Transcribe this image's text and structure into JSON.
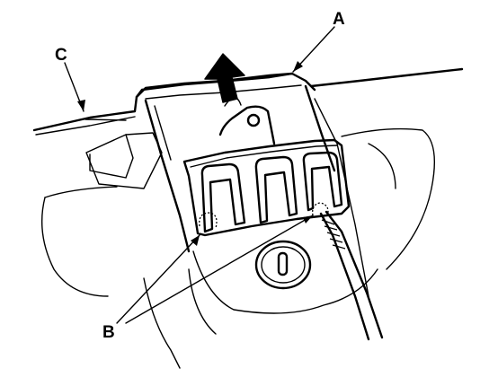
{
  "figure": {
    "callouts": [
      {
        "id": "A",
        "label": "A"
      },
      {
        "id": "B",
        "label": "B"
      },
      {
        "id": "C",
        "label": "C"
      }
    ],
    "arrow": {
      "direction": "up"
    }
  },
  "colors": {
    "ink": "#000000",
    "background": "#ffffff"
  }
}
